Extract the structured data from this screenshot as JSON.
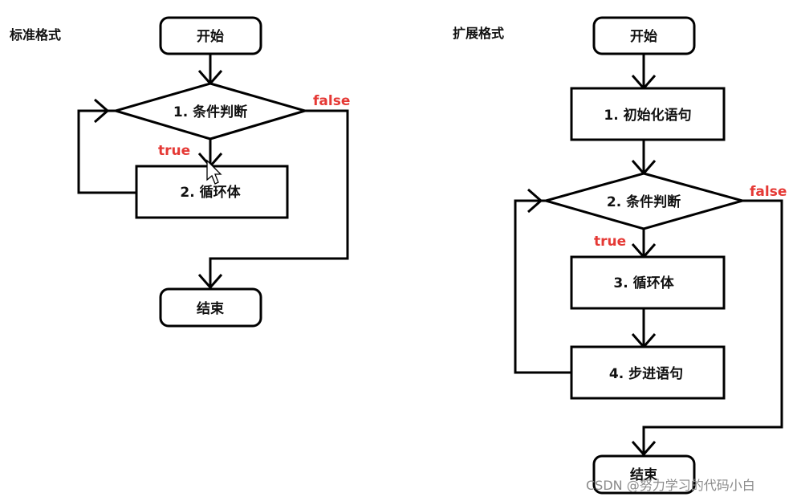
{
  "colors": {
    "condition": "#e53935",
    "line": "#000000"
  },
  "standard": {
    "title": "标准格式",
    "start": "开始",
    "condition": "1. 条件判断",
    "body": "2. 循环体",
    "end": "结束",
    "true_label": "true",
    "false_label": "false"
  },
  "extended": {
    "title": "扩展格式",
    "start": "开始",
    "init": "1. 初始化语句",
    "condition": "2. 条件判断",
    "body": "3. 循环体",
    "step": "4. 步进语句",
    "end": "结束",
    "true_label": "true",
    "false_label": "false"
  },
  "watermark": "CSDN @努力学习的代码小白",
  "cursor_icon": "arrow-cursor-icon"
}
